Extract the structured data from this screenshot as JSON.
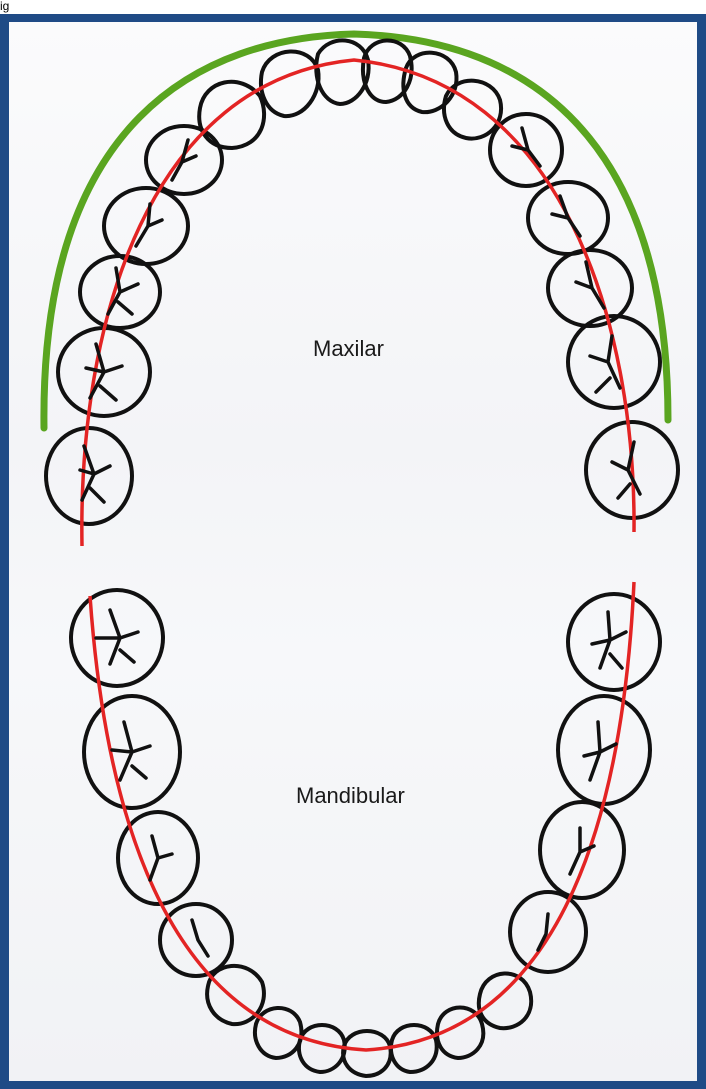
{
  "figure_label": "ig",
  "labels": {
    "upper_arch": "Maxilar",
    "lower_arch": "Mandibular"
  },
  "colors": {
    "frame": "#1f4b86",
    "outer_curve": "#5aa520",
    "arch_line": "#e32424",
    "tooth_outline": "#111111"
  }
}
